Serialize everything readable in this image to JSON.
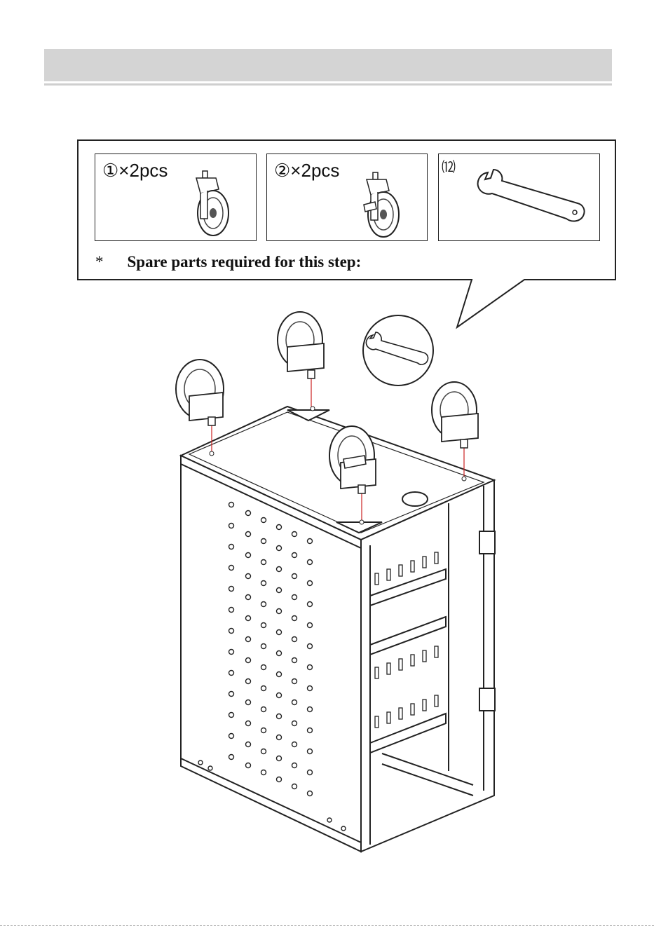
{
  "header": {
    "title": ""
  },
  "parts": [
    {
      "label": "①×2pcs",
      "name": "caster-without-brake-icon"
    },
    {
      "label": "②×2pcs",
      "name": "caster-with-brake-icon"
    },
    {
      "label": "⑿",
      "name": "wrench-icon"
    }
  ],
  "note": {
    "bullet": "*",
    "text": "Spare parts required for this step:"
  }
}
